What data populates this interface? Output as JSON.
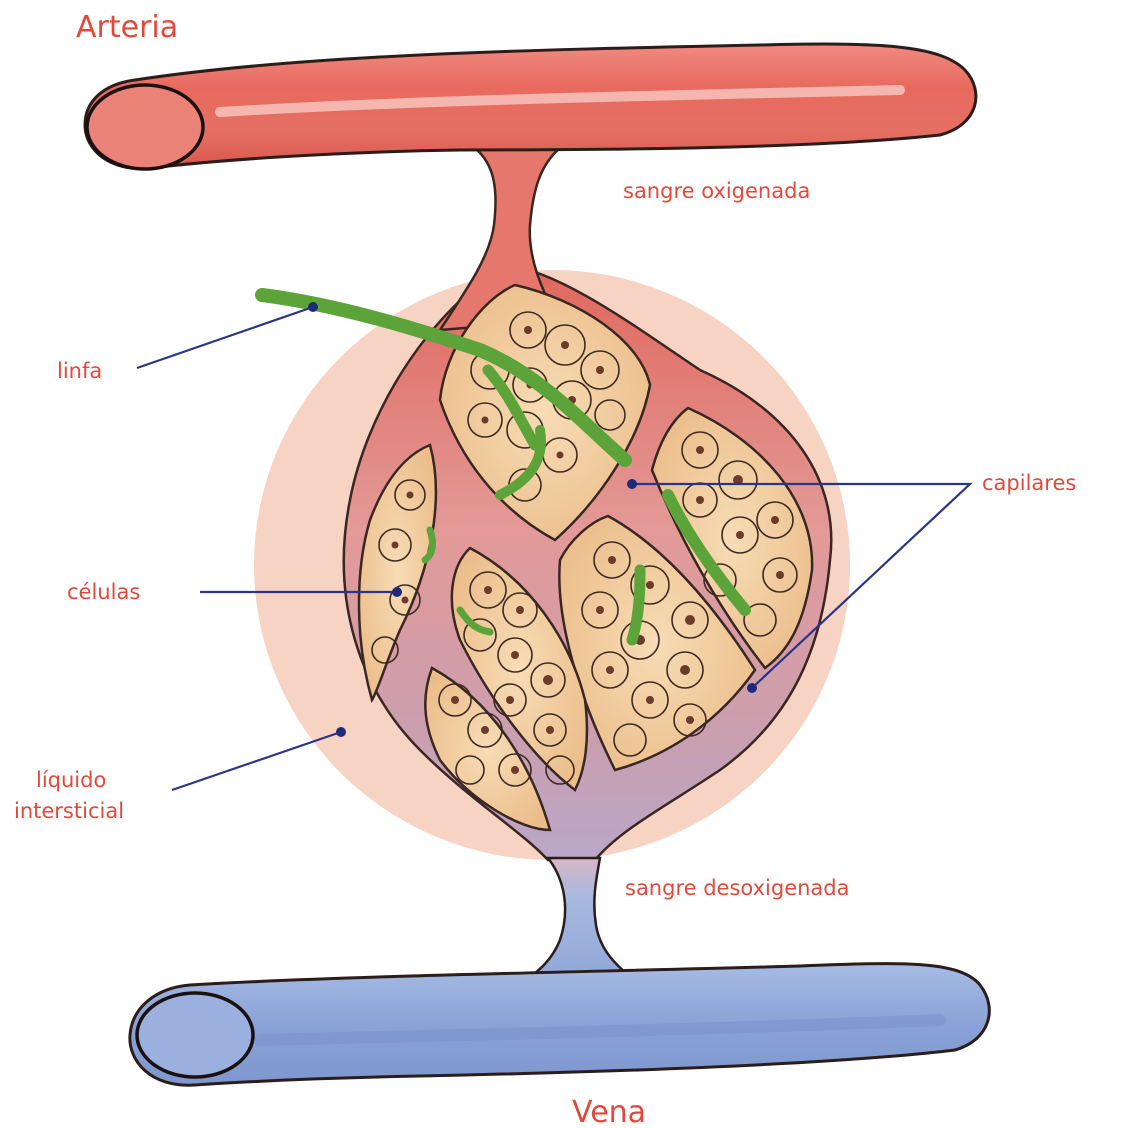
{
  "labels": {
    "artery": "Arteria",
    "vein": "Vena",
    "oxygenated": "sangre oxigenada",
    "deoxygenated": "sangre desoxigenada",
    "lymph": "linfa",
    "capillaries": "capilares",
    "cells": "células",
    "interstitial_line1": "líquido",
    "interstitial_line2": "intersticial"
  },
  "colors": {
    "label_red": "#e2493b",
    "artery": "#e9756b",
    "vein": "#93a9d8",
    "lymph": "#5ca43a",
    "interstitial": "#f6d3c2",
    "leader_blue": "#2a3588"
  }
}
